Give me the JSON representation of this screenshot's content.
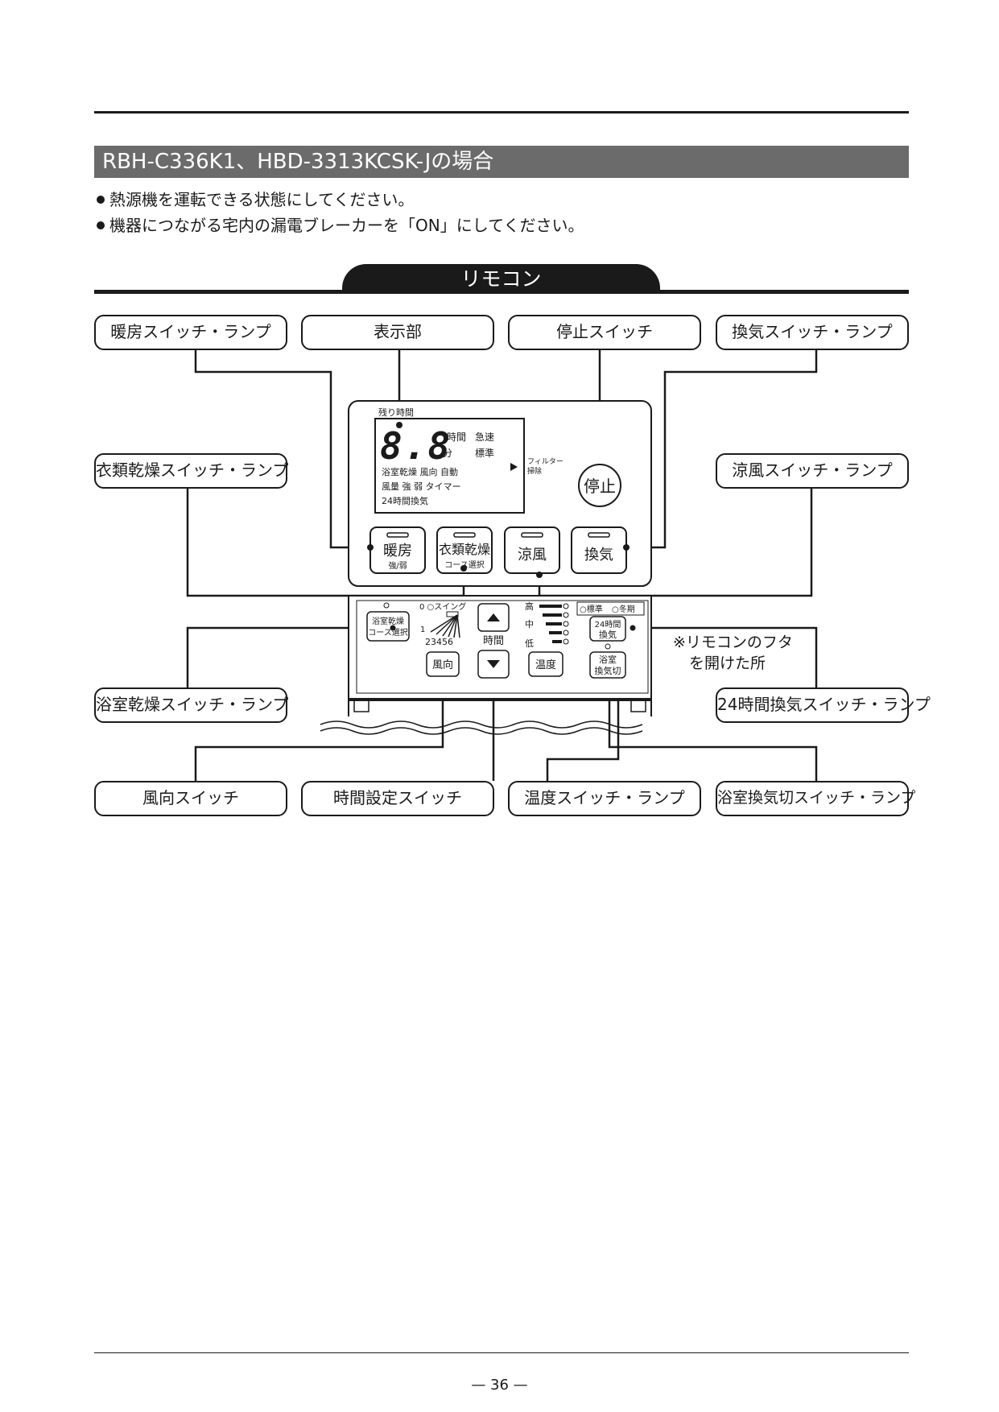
{
  "section": {
    "title": "RBH-C336K1、HBD-3313KCSK-Jの場合",
    "bullets": [
      "熱源機を運転できる状態にしてください。",
      "機器につながる宅内の漏電ブレーカーを「ON」にしてください。"
    ]
  },
  "remote_tab": "リモコン",
  "callouts": {
    "heating": "暖房スイッチ・ランプ",
    "display": "表示部",
    "stop": "停止スイッチ",
    "ventilation": "換気スイッチ・ランプ",
    "clothes_dry": "衣類乾燥スイッチ・ランプ",
    "cool_breeze": "涼風スイッチ・ランプ",
    "bath_dry": "浴室乾燥スイッチ・ランプ",
    "vent24": "24時間換気スイッチ・ランプ",
    "direction": "風向スイッチ",
    "time_set": "時間設定スイッチ",
    "temperature": "温度スイッチ・ランプ",
    "bath_vent_off": "浴室換気切スイッチ・ランプ"
  },
  "remote": {
    "display": {
      "remaining_time": "残り時間",
      "digits": "8.8",
      "hours": "時間",
      "rapid": "急速",
      "minutes": "分",
      "standard": "標準",
      "filter": "フィルター",
      "cleaning": "掃除",
      "row3": "浴室乾燥  風向  自動",
      "row4": "風量  強  弱      タイマー",
      "row5": "24時間換気"
    },
    "stop_button": "停止",
    "buttons": {
      "heating": "暖房",
      "heating_sub": "強/弱",
      "clothes_dry": "衣類乾燥",
      "clothes_dry_sub": "コース選択",
      "cool": "涼風",
      "vent": "換気"
    },
    "lower": {
      "bath_dry_1": "浴室乾燥",
      "bath_dry_2": "コース選択",
      "swing": "0 ○スイング",
      "swing_nums_1": "1",
      "swing_nums_2": "23456",
      "direction": "風向",
      "time": "時間",
      "high": "高",
      "mid": "中",
      "low": "低",
      "temp": "温度",
      "standard": "○標準",
      "winter": "○冬期",
      "vent24_1": "24時間",
      "vent24_2": "換気",
      "bath_1": "浴室",
      "bath_2": "換気切"
    },
    "note_1": "※リモコンのフタ",
    "note_2": "を開けた所"
  },
  "page_number": "— 36 —"
}
